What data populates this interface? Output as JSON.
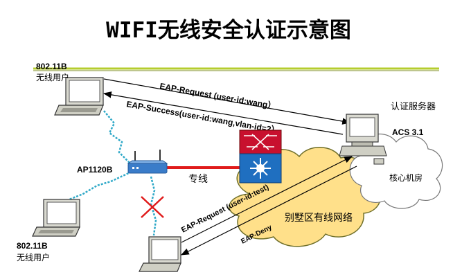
{
  "title": "WIFI无线安全认证示意图",
  "nodes": {
    "top_client_standard": "802.11B",
    "top_client_label": "无线用户",
    "bottom_left_client_standard": "802.11B",
    "bottom_left_client_label": "无线用户",
    "ap_label": "AP1120B",
    "server_role": "认证服务器",
    "server_name": "ACS 3.1",
    "server_location": "核心机房",
    "cloud_label": "别墅区有线网络",
    "dedicated_line_label": "专线"
  },
  "messages": {
    "eap_request_top": "EAP-Request (user-id:wang）",
    "eap_success": "EAP-Success(user-id:wang,vlan-id=2）",
    "eap_request_bottom": "EAP-Request (user-id:test)",
    "eap_deny": "EAP-Deny"
  },
  "colors": {
    "title_rule": "#b5cc2e",
    "dedicated_line": "#e01b1b",
    "wireless_link": "#2fa9c8",
    "deny_mark": "#e01b1b",
    "cloud_fill": "#ffe08a",
    "switch_top": "#c8102e",
    "switch_bottom": "#1f6fc0",
    "ap_body": "#3a7cc9"
  }
}
